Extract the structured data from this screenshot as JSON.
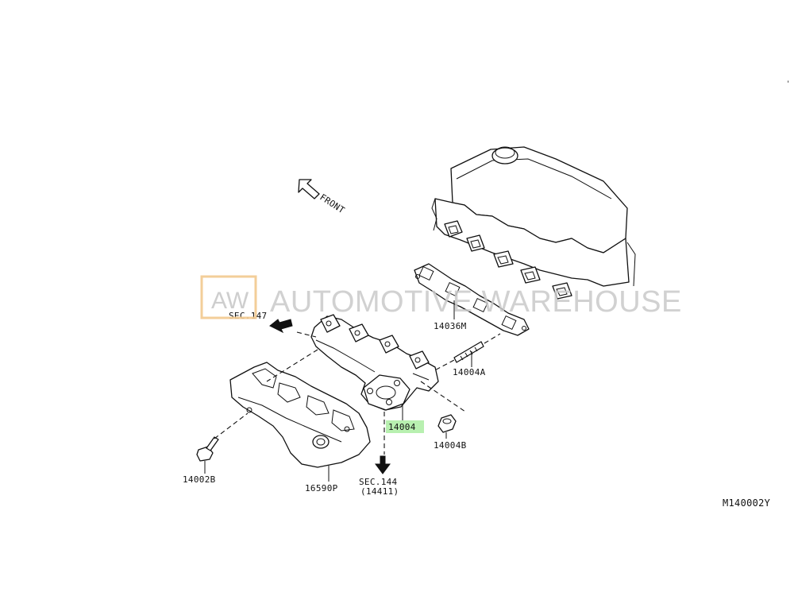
{
  "watermark": {
    "logo_text": "AW",
    "brand_text": "AUTOMOTIVE WAREHOUSE",
    "logo_color": "#f2c98e"
  },
  "highlight_color": "#b8f0b0",
  "labels": {
    "front": "FRONT",
    "sec147": "SEC.147",
    "sec144_line1": "SEC.144",
    "sec144_line2": "(14411)",
    "gasket": "14036M",
    "stud": "14004A",
    "nut": "14004B",
    "manifold": "14004",
    "bolt": "14002B",
    "heat_shield": "16590P",
    "diagram_code": "M140002Y"
  }
}
